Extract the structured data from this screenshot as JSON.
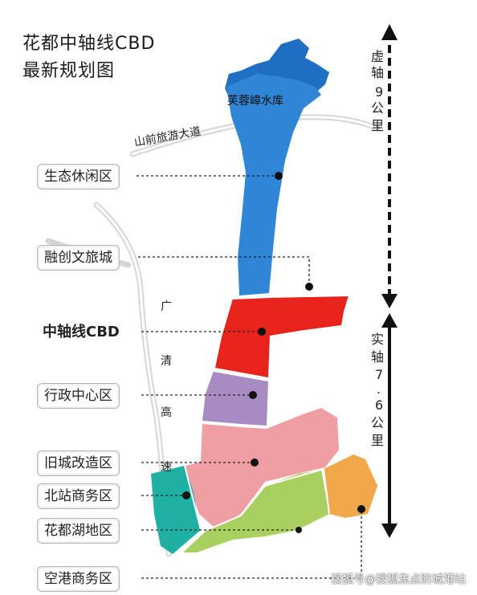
{
  "title": {
    "line1": "花都中轴线CBD",
    "line2": "最新规划图"
  },
  "reservoir": "芙蓉嶂水库",
  "road_shanqian": "山前旅游大道",
  "highway": [
    "广",
    "清",
    "高",
    "速"
  ],
  "axis_virtual": [
    "虚",
    "轴",
    "9",
    "公",
    "里"
  ],
  "axis_real": [
    "实",
    "轴",
    "7",
    ".",
    "6",
    "公",
    "里"
  ],
  "zones": [
    {
      "label": "生态休闲区",
      "color": "#2f86d6"
    },
    {
      "label": "融创文旅城",
      "color": "#2f86d6"
    },
    {
      "label": "中轴线CBD",
      "color": "#e8231c"
    },
    {
      "label": "行政中心区",
      "color": "#a98bc4"
    },
    {
      "label": "旧城改造区",
      "color": "#ef9ea4"
    },
    {
      "label": "北站商务区",
      "color": "#1fb0a3"
    },
    {
      "label": "花都湖地区",
      "color": "#a8cf5f"
    },
    {
      "label": "空港商务区",
      "color": "#f0a84a"
    }
  ],
  "watermark": "搜狐号@搜狐焦点防城港站"
}
